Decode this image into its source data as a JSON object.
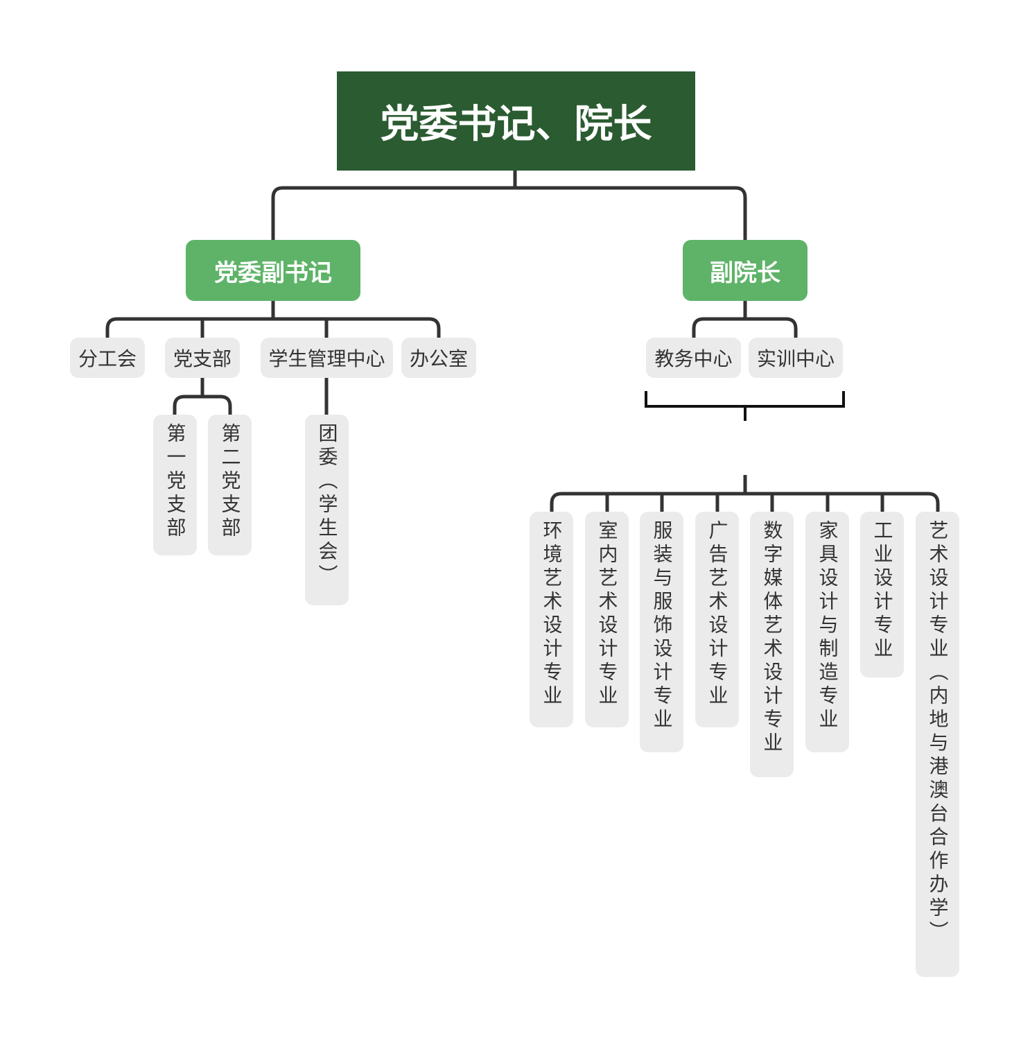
{
  "root": {
    "title": "党委书记、院长"
  },
  "branches": {
    "secretary": {
      "label": "党委副书记",
      "children": [
        "分工会",
        "党支部",
        "学生管理中心",
        "办公室"
      ],
      "party_branches": [
        "第一党支部",
        "第二党支部"
      ],
      "student_center_child": "团委（学生会）"
    },
    "vice_dean": {
      "label": "副院长",
      "children": [
        "教务中心",
        "实训中心"
      ],
      "majors": [
        "环境艺术设计专业",
        "室内艺术设计专业",
        "服装与服饰设计专业",
        "广告艺术设计专业",
        "数字媒体艺术设计专业",
        "家具设计与制造专业",
        "工业设计专业",
        "艺术设计专业（内地与港澳台合作办学）"
      ]
    }
  },
  "colors": {
    "root_bg": "#2b5b31",
    "level2_bg": "#5eb368",
    "leaf_bg": "#ebebeb",
    "line": "#333333"
  }
}
